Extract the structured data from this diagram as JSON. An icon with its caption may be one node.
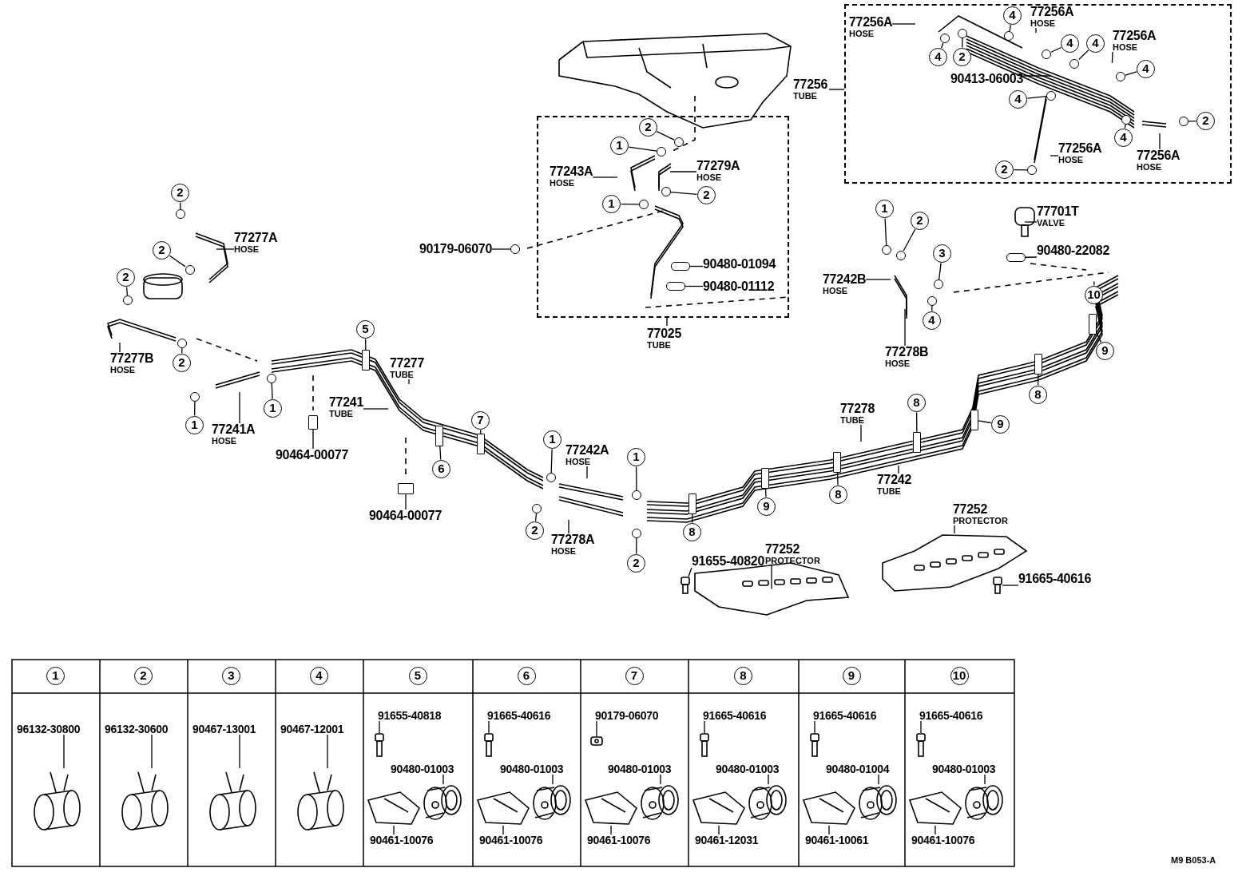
{
  "diagram": {
    "nodes": [
      {
        "text": [
          "77256",
          "TUBE"
        ]
      },
      {
        "text": [
          "77256A",
          "HOSE"
        ],
        "in": 0
      },
      {
        "text": [
          "4"
        ],
        "in": 0
      },
      {
        "text": [
          "2"
        ],
        "in": 0
      },
      {
        "text": [
          "4"
        ],
        "in": 0
      },
      {
        "text": [
          "77256A",
          "HOSE"
        ],
        "in": 0
      },
      {
        "text": [
          "4"
        ],
        "in": 0
      },
      {
        "text": [
          "4"
        ],
        "in": 0
      },
      {
        "text": [
          "77256A",
          "HOSE"
        ],
        "in": 0
      },
      {
        "text": [
          "4"
        ],
        "in": 0
      },
      {
        "text": [
          "90413-06003"
        ],
        "in": 0
      },
      {
        "text": [
          "4"
        ],
        "in": 0
      },
      {
        "text": [
          "77256A",
          "HOSE"
        ],
        "in": 0
      },
      {
        "text": [
          "2"
        ],
        "in": 0
      },
      {
        "text": [
          "4"
        ],
        "in": 0
      },
      {
        "text": [
          "77256A",
          "HOSE"
        ],
        "in": 0
      },
      {
        "text": [
          "2"
        ],
        "in": 0
      },
      {
        "text": [
          "77025",
          "TUBE"
        ]
      },
      {
        "text": [
          "1"
        ],
        "in": 17
      },
      {
        "text": [
          "2"
        ],
        "in": 17
      },
      {
        "text": [
          "77243A",
          "HOSE"
        ],
        "in": 17
      },
      {
        "text": [
          "77279A",
          "HOSE"
        ],
        "in": 17
      },
      {
        "text": [
          "2"
        ],
        "in": 17
      },
      {
        "text": [
          "1"
        ],
        "in": 17
      },
      {
        "text": [
          "90480-01094"
        ],
        "in": 17
      },
      {
        "text": [
          "90480-01112"
        ],
        "in": 17
      },
      {
        "text": [
          "90179-06070"
        ]
      },
      {
        "text": [
          "2"
        ]
      },
      {
        "text": [
          "77277A",
          "HOSE"
        ]
      },
      {
        "text": [
          "2"
        ]
      },
      {
        "text": [
          "2"
        ]
      },
      {
        "text": [
          "77277B",
          "HOSE"
        ]
      },
      {
        "text": [
          "2"
        ]
      },
      {
        "text": [
          "1"
        ]
      },
      {
        "text": [
          "77241A",
          "HOSE"
        ]
      },
      {
        "text": [
          "1"
        ]
      },
      {
        "text": [
          "90464-00077"
        ]
      },
      {
        "text": [
          "5"
        ]
      },
      {
        "text": [
          "77277",
          "TUBE"
        ]
      },
      {
        "text": [
          "77241",
          "TUBE"
        ]
      },
      {
        "text": [
          "6"
        ]
      },
      {
        "text": [
          "7"
        ]
      },
      {
        "text": [
          "90464-00077"
        ]
      },
      {
        "text": [
          "1"
        ]
      },
      {
        "text": [
          "77242A",
          "HOSE"
        ]
      },
      {
        "text": [
          "2"
        ]
      },
      {
        "text": [
          "77278A",
          "HOSE"
        ]
      },
      {
        "text": [
          "1"
        ]
      },
      {
        "text": [
          "2"
        ]
      },
      {
        "text": [
          "8"
        ]
      },
      {
        "text": [
          "91655-40820"
        ]
      },
      {
        "text": [
          "77252",
          "PROTECTOR"
        ]
      },
      {
        "text": [
          "9"
        ]
      },
      {
        "text": [
          "8"
        ]
      },
      {
        "text": [
          "77278",
          "TUBE"
        ]
      },
      {
        "text": [
          "8"
        ]
      },
      {
        "text": [
          "77242",
          "TUBE"
        ]
      },
      {
        "text": [
          "9"
        ]
      },
      {
        "text": [
          "8"
        ]
      },
      {
        "text": [
          "9"
        ]
      },
      {
        "text": [
          "10"
        ]
      },
      {
        "text": [
          "77252",
          "PROTECTOR"
        ]
      },
      {
        "text": [
          "91665-40616"
        ]
      },
      {
        "text": [
          "1"
        ]
      },
      {
        "text": [
          "2"
        ]
      },
      {
        "text": [
          "77242B",
          "HOSE"
        ]
      },
      {
        "text": [
          "3"
        ]
      },
      {
        "text": [
          "4"
        ]
      },
      {
        "text": [
          "77278B",
          "HOSE"
        ]
      },
      {
        "text": [
          "77701T",
          "VALVE"
        ]
      },
      {
        "text": [
          "90480-22082"
        ]
      },
      {
        "text": [
          "96132-30800"
        ]
      },
      {
        "text": [
          "96132-30600"
        ]
      },
      {
        "text": [
          "90467-13001"
        ]
      },
      {
        "text": [
          "90467-12001"
        ]
      },
      {
        "text": [
          "91655-40818"
        ]
      },
      {
        "text": [
          "90480-01003"
        ]
      },
      {
        "text": [
          "90461-10076"
        ]
      },
      {
        "text": [
          "91665-40616"
        ]
      },
      {
        "text": [
          "90480-01003"
        ]
      },
      {
        "text": [
          "90461-10076"
        ]
      },
      {
        "text": [
          "90179-06070"
        ]
      },
      {
        "text": [
          "90480-01003"
        ]
      },
      {
        "text": [
          "90461-10076"
        ]
      },
      {
        "text": [
          "91665-40616"
        ]
      },
      {
        "text": [
          "90480-01003"
        ]
      },
      {
        "text": [
          "90461-12031"
        ]
      },
      {
        "text": [
          "91665-40616"
        ]
      },
      {
        "text": [
          "90480-01004"
        ]
      },
      {
        "text": [
          "90461-10061"
        ]
      },
      {
        "text": [
          "91665-40616"
        ]
      },
      {
        "text": [
          "90480-01003"
        ]
      },
      {
        "text": [
          "90461-10076"
        ]
      },
      {
        "text": [
          "1"
        ]
      },
      {
        "text": [
          "2"
        ]
      },
      {
        "text": [
          "3"
        ]
      },
      {
        "text": [
          "4"
        ]
      },
      {
        "text": [
          "5"
        ]
      },
      {
        "text": [
          "6"
        ]
      },
      {
        "text": [
          "7"
        ]
      },
      {
        "text": [
          "8"
        ]
      },
      {
        "text": [
          "9"
        ]
      },
      {
        "text": [
          "10"
        ]
      },
      {
        "text": [],
        "shape": "circle",
        "in": 0
      },
      {
        "text": [],
        "shape": "circle",
        "in": 0
      },
      {
        "text": [],
        "shape": "circle",
        "in": 0
      },
      {
        "text": [],
        "shape": "circle",
        "in": 0
      },
      {
        "text": [],
        "shape": "circle",
        "in": 0
      },
      {
        "text": [],
        "shape": "circle",
        "in": 0
      },
      {
        "text": [],
        "shape": "circle",
        "in": 0
      },
      {
        "text": [],
        "shape": "circle",
        "in": 0
      },
      {
        "text": [],
        "shape": "circle",
        "in": 0
      },
      {
        "text": [],
        "shape": "circle",
        "in": 0
      },
      {
        "text": [],
        "shape": "circle",
        "in": 17
      },
      {
        "text": [],
        "shape": "circle",
        "in": 17
      },
      {
        "text": [],
        "shape": "circle",
        "in": 17
      },
      {
        "text": [],
        "shape": "circle",
        "in": 17
      },
      {
        "text": [],
        "shape": "circle"
      },
      {
        "text": [],
        "shape": "circle"
      },
      {
        "text": [],
        "shape": "circle"
      },
      {
        "text": [],
        "shape": "circle"
      },
      {
        "text": [],
        "shape": "circle"
      },
      {
        "text": [],
        "shape": "circle"
      },
      {
        "text": [],
        "shape": "circle"
      },
      {
        "text": [],
        "shape": "circle"
      },
      {
        "text": [],
        "shape": "circle"
      },
      {
        "text": [],
        "shape": "circle"
      },
      {
        "text": [],
        "shape": "circle"
      },
      {
        "text": [],
        "shape": "circle"
      },
      {
        "text": [],
        "shape": "circle"
      },
      {
        "text": [],
        "shape": "circle"
      },
      {
        "text": [],
        "shape": "circle"
      },
      {
        "text": [],
        "shape": "box",
        "in": 17
      },
      {
        "text": [],
        "shape": "box",
        "in": 17
      },
      {
        "text": [],
        "shape": "box"
      },
      {
        "text": [],
        "shape": "box"
      },
      {
        "text": [],
        "shape": "box"
      },
      {
        "text": [],
        "shape": "box"
      },
      {
        "text": [],
        "shape": "box"
      },
      {
        "text": [],
        "shape": "box"
      },
      {
        "text": [],
        "shape": "picture"
      },
      {
        "text": [],
        "shape": "picture"
      },
      {
        "text": [],
        "shape": "box"
      },
      {
        "text": [],
        "shape": "box"
      },
      {
        "text": [],
        "shape": "box"
      },
      {
        "text": [],
        "shape": "box"
      },
      {
        "text": [],
        "shape": "box"
      },
      {
        "text": [],
        "shape": "box"
      },
      {
        "text": [],
        "shape": "picture"
      },
      {
        "text": [],
        "shape": "picture"
      },
      {
        "text": [],
        "shape": "picture"
      },
      {
        "text": [],
        "shape": "box"
      },
      {
        "text": [],
        "shape": "picture"
      },
      {
        "text": [],
        "shape": "picture"
      },
      {
        "text": [],
        "shape": "picture"
      },
      {
        "text": [],
        "shape": "picture"
      },
      {
        "text": [],
        "shape": "picture"
      },
      {
        "text": [],
        "shape": "picture"
      },
      {
        "text": [],
        "shape": "picture"
      },
      {
        "text": [],
        "shape": "picture"
      },
      {
        "text": [],
        "shape": "picture"
      },
      {
        "text": [],
        "shape": "picture"
      },
      {
        "text": [],
        "shape": "picture"
      },
      {
        "text": [],
        "shape": "picture"
      },
      {
        "text": [],
        "shape": "picture"
      },
      {
        "text": [],
        "shape": "picture"
      },
      {
        "text": [],
        "shape": "picture"
      },
      {
        "text": [],
        "shape": "picture"
      },
      {
        "text": [],
        "shape": "picture"
      },
      {
        "text": [],
        "shape": "picture"
      },
      {
        "text": [],
        "shape": "picture"
      },
      {
        "text": [],
        "shape": "picture"
      },
      {
        "text": [],
        "shape": "picture"
      },
      {
        "text": [],
        "shape": "picture"
      }
    ],
    "edges": [
      {
        "from": 1,
        "to": null,
        "arrow": "none"
      },
      {
        "from": 2,
        "to": 103,
        "arrow": "none"
      },
      {
        "from": 3,
        "to": 104,
        "arrow": "none"
      },
      {
        "from": 4,
        "to": 105,
        "arrow": "none"
      },
      {
        "from": 5,
        "to": null,
        "arrow": "none"
      },
      {
        "from": 6,
        "to": 106,
        "arrow": "none"
      },
      {
        "from": 7,
        "to": 107,
        "arrow": "none"
      },
      {
        "from": 8,
        "to": null,
        "arrow": "none"
      },
      {
        "from": 9,
        "to": 108,
        "arrow": "none"
      },
      {
        "from": 10,
        "to": null,
        "arrow": "none"
      },
      {
        "from": 11,
        "to": 109,
        "arrow": "none"
      },
      {
        "from": 12,
        "to": null,
        "arrow": "none"
      },
      {
        "from": 13,
        "to": 110,
        "arrow": "none"
      },
      {
        "from": 14,
        "to": 111,
        "arrow": "none"
      },
      {
        "from": 15,
        "to": null,
        "arrow": "none"
      },
      {
        "from": 16,
        "to": 112,
        "arrow": "none"
      },
      {
        "from": 18,
        "to": 113,
        "arrow": "none"
      },
      {
        "from": 19,
        "to": 114,
        "arrow": "none"
      },
      {
        "from": 20,
        "to": null,
        "arrow": "none"
      },
      {
        "from": 21,
        "to": null,
        "arrow": "none"
      },
      {
        "from": 22,
        "to": 115,
        "arrow": "none"
      },
      {
        "from": 23,
        "to": 116,
        "arrow": "none"
      },
      {
        "from": 24,
        "to": 132,
        "arrow": "none"
      },
      {
        "from": 25,
        "to": 133,
        "arrow": "none"
      },
      {
        "from": 26,
        "to": 117,
        "arrow": "none"
      },
      {
        "from": 27,
        "to": 118,
        "arrow": "none"
      },
      {
        "from": 28,
        "to": null,
        "arrow": "none"
      },
      {
        "from": 29,
        "to": 119,
        "arrow": "none"
      },
      {
        "from": 30,
        "to": 120,
        "arrow": "none"
      },
      {
        "from": 31,
        "to": null,
        "arrow": "none"
      },
      {
        "from": 32,
        "to": 121,
        "arrow": "none"
      },
      {
        "from": 33,
        "to": 122,
        "arrow": "none"
      },
      {
        "from": 34,
        "to": null,
        "arrow": "none"
      },
      {
        "from": 35,
        "to": 123,
        "arrow": "none"
      },
      {
        "from": 36,
        "to": 134,
        "arrow": "none"
      },
      {
        "from": 37,
        "to": 135,
        "arrow": "none"
      },
      {
        "from": 38,
        "to": null,
        "arrow": "none"
      },
      {
        "from": 39,
        "to": null,
        "arrow": "none"
      },
      {
        "from": 40,
        "to": 136,
        "arrow": "none"
      },
      {
        "from": 41,
        "to": 137,
        "arrow": "none"
      },
      {
        "from": 42,
        "to": 138,
        "arrow": "none"
      },
      {
        "from": 43,
        "to": 124,
        "arrow": "none"
      },
      {
        "from": 44,
        "to": null,
        "arrow": "none"
      },
      {
        "from": 45,
        "to": 125,
        "arrow": "none"
      },
      {
        "from": 46,
        "to": null,
        "arrow": "none"
      },
      {
        "from": 47,
        "to": 126,
        "arrow": "none"
      },
      {
        "from": 48,
        "to": 127,
        "arrow": "none"
      },
      {
        "from": 49,
        "to": 139,
        "arrow": "none"
      },
      {
        "from": 50,
        "to": 140,
        "arrow": "none"
      },
      {
        "from": 51,
        "to": 141,
        "arrow": "none"
      },
      {
        "from": 52,
        "to": 142,
        "arrow": "none"
      },
      {
        "from": 53,
        "to": 143,
        "arrow": "none"
      },
      {
        "from": 54,
        "to": null,
        "arrow": "none"
      },
      {
        "from": 55,
        "to": 144,
        "arrow": "none"
      },
      {
        "from": 56,
        "to": null,
        "arrow": "none"
      },
      {
        "from": 57,
        "to": 145,
        "arrow": "none"
      },
      {
        "from": 58,
        "to": 146,
        "arrow": "none"
      },
      {
        "from": 59,
        "to": 147,
        "arrow": "none"
      },
      {
        "from": 60,
        "to": null,
        "arrow": "none"
      },
      {
        "from": 61,
        "to": 148,
        "arrow": "none"
      },
      {
        "from": 62,
        "to": 149,
        "arrow": "none"
      },
      {
        "from": 63,
        "to": 128,
        "arrow": "none"
      },
      {
        "from": 64,
        "to": 129,
        "arrow": "none"
      },
      {
        "from": 65,
        "to": null,
        "arrow": "none"
      },
      {
        "from": 66,
        "to": 130,
        "arrow": "none"
      },
      {
        "from": 67,
        "to": 131,
        "arrow": "none"
      },
      {
        "from": 68,
        "to": null,
        "arrow": "none"
      },
      {
        "from": 69,
        "to": 150,
        "arrow": "none"
      },
      {
        "from": 70,
        "to": 151,
        "arrow": "none"
      },
      {
        "from": 71,
        "to": 152,
        "arrow": "none"
      },
      {
        "from": 72,
        "to": 153,
        "arrow": "none"
      },
      {
        "from": 73,
        "to": 154,
        "arrow": "none"
      },
      {
        "from": 74,
        "to": 155,
        "arrow": "none"
      },
      {
        "from": 75,
        "to": 156,
        "arrow": "none"
      },
      {
        "from": 76,
        "to": 157,
        "arrow": "none"
      },
      {
        "from": 77,
        "to": 158,
        "arrow": "none"
      },
      {
        "from": 78,
        "to": 159,
        "arrow": "none"
      },
      {
        "from": 79,
        "to": 160,
        "arrow": "none"
      },
      {
        "from": 80,
        "to": 161,
        "arrow": "none"
      },
      {
        "from": 81,
        "to": 162,
        "arrow": "none"
      },
      {
        "from": 82,
        "to": 163,
        "arrow": "none"
      },
      {
        "from": 83,
        "to": 164,
        "arrow": "none"
      },
      {
        "from": 84,
        "to": 165,
        "arrow": "none"
      },
      {
        "from": 85,
        "to": 166,
        "arrow": "none"
      },
      {
        "from": 86,
        "to": 167,
        "arrow": "none"
      },
      {
        "from": 87,
        "to": 168,
        "arrow": "none"
      },
      {
        "from": 88,
        "to": 169,
        "arrow": "none"
      },
      {
        "from": 89,
        "to": 170,
        "arrow": "none"
      },
      {
        "from": 90,
        "to": 171,
        "arrow": "none"
      },
      {
        "from": 91,
        "to": 172,
        "arrow": "none"
      },
      {
        "from": 92,
        "to": 173,
        "arrow": "none"
      }
    ],
    "labels": [
      "M9 B053-A"
    ]
  }
}
